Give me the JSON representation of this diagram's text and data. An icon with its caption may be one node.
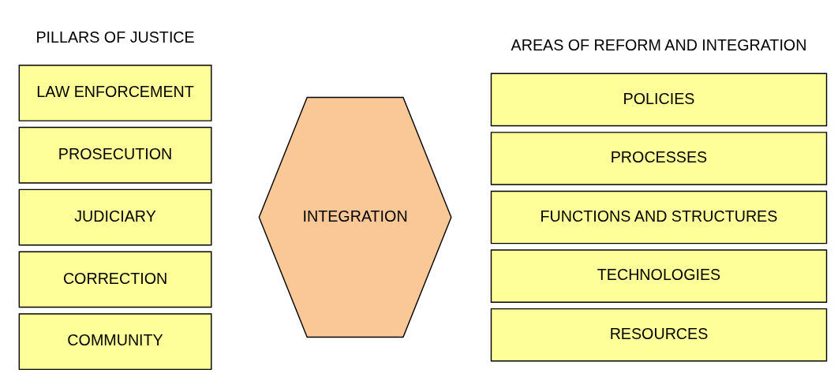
{
  "diagram": {
    "nodes": [
      {
        "text": [
          "LAW ENFORCEMENT"
        ]
      },
      {
        "text": [
          "PROSECUTION"
        ]
      },
      {
        "text": [
          "JUDICIARY"
        ]
      },
      {
        "text": [
          "CORRECTION"
        ]
      },
      {
        "text": [
          "COMMUNITY"
        ]
      },
      {
        "text": [
          "INTEGRATION"
        ]
      },
      {
        "text": [
          "POLICIES"
        ]
      },
      {
        "text": [
          "PROCESSES"
        ]
      },
      {
        "text": [
          "FUNCTIONS AND STRUCTURES"
        ]
      },
      {
        "text": [
          "TECHNOLOGIES"
        ]
      },
      {
        "text": [
          "RESOURCES"
        ]
      }
    ],
    "edges": [],
    "labels": [
      "PILLARS OF JUSTICE",
      "AREAS OF REFORM AND INTEGRATION"
    ]
  }
}
